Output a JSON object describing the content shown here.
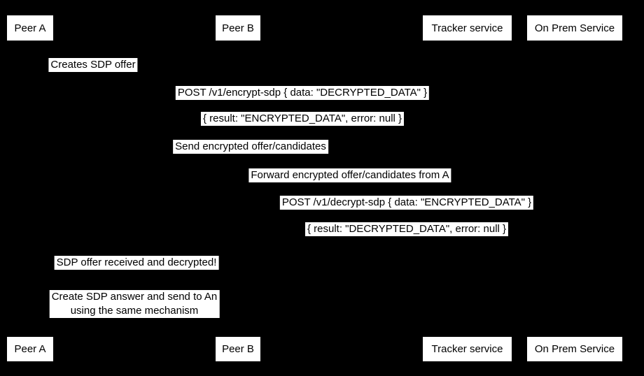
{
  "colors": {
    "background": "#000000",
    "label_background": "#ffffff",
    "text": "#000000",
    "lifeline": "#000000"
  },
  "participants": [
    {
      "label": "Peer A"
    },
    {
      "label": "Peer B"
    },
    {
      "label": "Tracker service"
    },
    {
      "label": "On Prem Service"
    }
  ],
  "messages": [
    {
      "label": "Creates SDP offer"
    },
    {
      "label": "POST /v1/encrypt-sdp { data: \"DECRYPTED_DATA\" }"
    },
    {
      "label": "{ result: \"ENCRYPTED_DATA\", error: null }"
    },
    {
      "label": "Send encrypted offer/candidates"
    },
    {
      "label": "Forward encrypted offer/candidates from A"
    },
    {
      "label": "POST /v1/decrypt-sdp { data: \"ENCRYPTED_DATA\" }"
    },
    {
      "label": "{ result: \"DECRYPTED_DATA\", error: null }"
    },
    {
      "label": "SDP offer received and decrypted!"
    },
    {
      "lines": [
        "Create SDP answer and send to An",
        "using the same mechanism"
      ]
    }
  ]
}
